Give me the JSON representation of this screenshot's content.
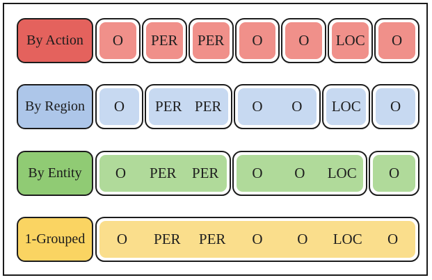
{
  "figure": {
    "border_color": "#1a1a1a",
    "token_sequence": [
      "O",
      "PER",
      "PER",
      "O",
      "O",
      "LOC",
      "O"
    ],
    "rows": [
      {
        "label": "By Action",
        "label_color": "#E4625D",
        "token_color": "#F0908A",
        "groups": [
          {
            "tokens": [
              "O"
            ],
            "span": 1
          },
          {
            "tokens": [
              "PER"
            ],
            "span": 1
          },
          {
            "tokens": [
              "PER"
            ],
            "span": 1
          },
          {
            "tokens": [
              "O"
            ],
            "span": 1
          },
          {
            "tokens": [
              "O"
            ],
            "span": 1
          },
          {
            "tokens": [
              "LOC"
            ],
            "span": 1
          },
          {
            "tokens": [
              "O"
            ],
            "span": 1
          }
        ]
      },
      {
        "label": "By Region",
        "label_color": "#ADC6E9",
        "token_color": "#C7D9F1",
        "groups": [
          {
            "tokens": [
              "O"
            ],
            "span": 1
          },
          {
            "tokens": [
              "PER",
              "PER"
            ],
            "span": 2
          },
          {
            "tokens": [
              "O",
              "O"
            ],
            "span": 2
          },
          {
            "tokens": [
              "LOC"
            ],
            "span": 1
          },
          {
            "tokens": [
              "O"
            ],
            "span": 1
          }
        ]
      },
      {
        "label": "By Entity",
        "label_color": "#90CB74",
        "token_color": "#B0DA9A",
        "groups": [
          {
            "tokens": [
              "O",
              "PER",
              "PER"
            ],
            "span": 3
          },
          {
            "tokens": [
              "O",
              "O",
              "LOC"
            ],
            "span": 3
          },
          {
            "tokens": [
              "O"
            ],
            "span": 1
          }
        ]
      },
      {
        "label": "1-Grouped",
        "label_color": "#FAD462",
        "token_color": "#FADE8C",
        "groups": [
          {
            "tokens": [
              "O",
              "PER",
              "PER",
              "O",
              "O",
              "LOC",
              "O"
            ],
            "span": 7
          }
        ]
      }
    ]
  }
}
